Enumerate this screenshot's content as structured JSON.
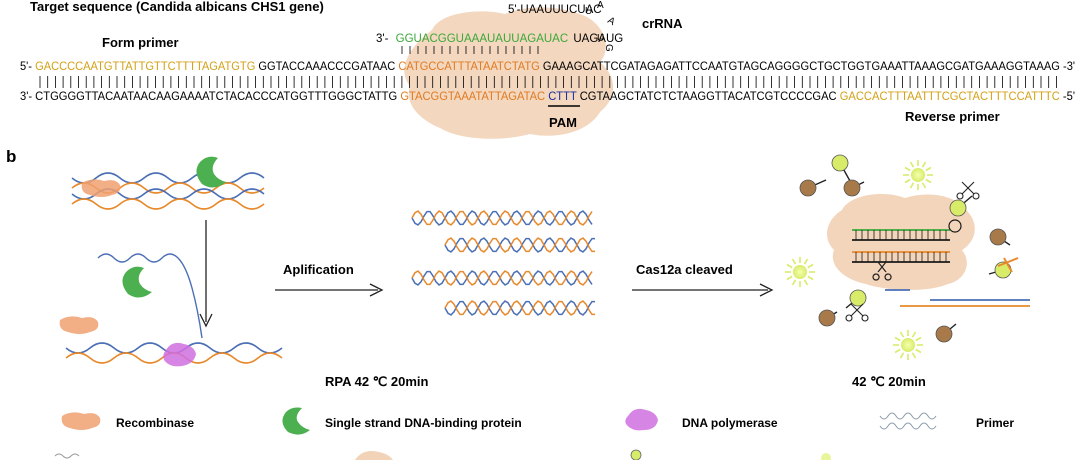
{
  "panel_a": {
    "title": "Target sequence (Candida albicans CHS1 gene)",
    "crrna_label": "crRNA",
    "forward_primer_label": "Form primer",
    "reverse_primer_label": "Reverse primer",
    "pam_label": "PAM",
    "crrna_top": "5'-UAAUUUCUAC",
    "crrna_loop": [
      "U",
      "A",
      "A",
      "G",
      "U"
    ],
    "crrna_prefix": "3'-",
    "crrna_guide": "GGUACGGUAAAUAUUAGAUAC",
    "crrna_tail": "UAGAUG",
    "top_strand": {
      "prefix": "5'-",
      "primer": "GACCCCAATGTTATTGTTCTTTTAGATGTG",
      "mid1": "GGTACCAAACCCGATAAC",
      "target": "CATGCCATTTATAATCTATG",
      "rest": "GAAAGCATTCGATAGAGATTCCAATGTAGCAGGGGCTGCTGGTGAAATTAAAGCGATGAAAGGTAAAG",
      "suffix": "-3'"
    },
    "bottom_strand": {
      "prefix": "3'-",
      "seq1": "CTGGGGTTACAATAACAAGAAAATCTACACCCATGGTTTGGGCTATTG",
      "target": "GTACGGTAAATATTAGATAC",
      "pam": "CTTT",
      "seq2": "CGTAAGCTATCTCTAAGGTTACATCGTCCCCGAC",
      "primer": "GACCACTTTAATTTCGCTACTTTCCATTTC",
      "suffix": "-5'"
    }
  },
  "panel_b": {
    "label": "b",
    "step1_label": "Aplification",
    "step2_label": "Cas12a cleaved",
    "rpa_condition": "RPA 42 ℃   20min",
    "cas_condition": "42 ℃   20min"
  },
  "legend": [
    {
      "icon": "recombinase-icon",
      "label": "Recombinase"
    },
    {
      "icon": "ssb-protein-icon",
      "label": "Single strand DNA-binding protein"
    },
    {
      "icon": "dna-polymerase-icon",
      "label": "DNA polymerase"
    },
    {
      "icon": "primer-icon",
      "label": "Primer"
    }
  ],
  "colors": {
    "primer": "#d4a017",
    "target": "#e07b20",
    "crrna": "#3aa83a",
    "pam": "#1a2e9c",
    "strand_blue": "#4a6fb5",
    "strand_orange": "#e8892c",
    "protein_body": "#f2d3b8",
    "recombinase": "#f0a070",
    "ssb": "#4caf50",
    "polymerase": "#d070e0",
    "reporter_bead": "#a87a4a",
    "fluorophore": "#d8ec6a"
  }
}
